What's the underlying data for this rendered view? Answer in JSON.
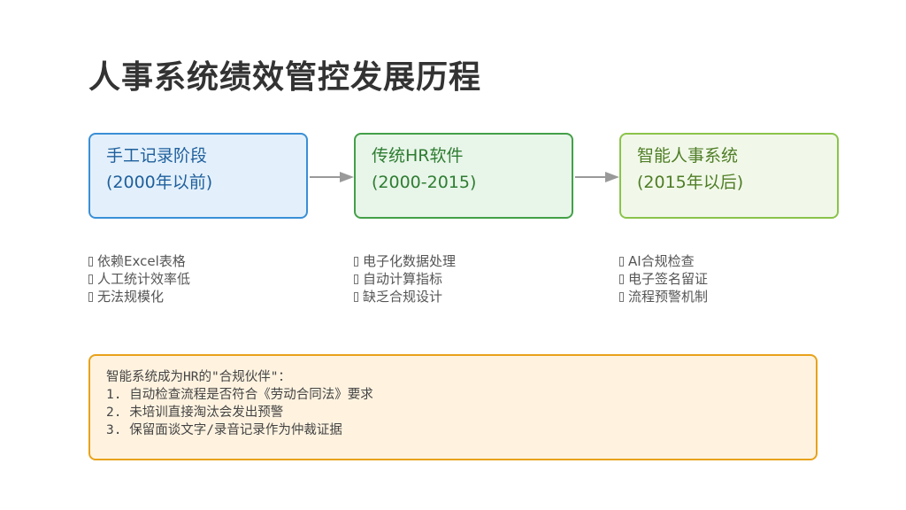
{
  "title": "人事系统绩效管控发展历程",
  "colors": {
    "stage1_border": "#3a8fd6",
    "stage1_fill": "#e3f0fb",
    "stage1_text": "#1f5f9c",
    "stage2_border": "#43a047",
    "stage2_fill": "#e8f5e9",
    "stage2_text": "#2e7d32",
    "stage3_border": "#8bc34a",
    "stage3_fill": "#f1f8e9",
    "stage3_text": "#4f7d26",
    "arrow": "#999999",
    "note_border": "#e8a21a",
    "note_fill": "#fff3e0"
  },
  "stages": [
    {
      "name": "手工记录阶段",
      "period": "(2000年以前)",
      "features": [
        "依赖Excel表格",
        "人工统计效率低",
        "无法规模化"
      ]
    },
    {
      "name": "传统HR软件",
      "period": "(2000-2015)",
      "features": [
        "电子化数据处理",
        "自动计算指标",
        "缺乏合规设计"
      ]
    },
    {
      "name": "智能人事系统",
      "period": "(2015年以后)",
      "features": [
        "AI合规检查",
        "电子签名留证",
        "流程预警机制"
      ]
    }
  ],
  "note": {
    "heading": "智能系统成为HR的\"合规伙伴\"：",
    "items": [
      "1. 自动检查流程是否符合《劳动合同法》要求",
      "2. 未培训直接淘汰会发出预警",
      "3. 保留面谈文字/录音记录作为仲裁证据"
    ]
  }
}
